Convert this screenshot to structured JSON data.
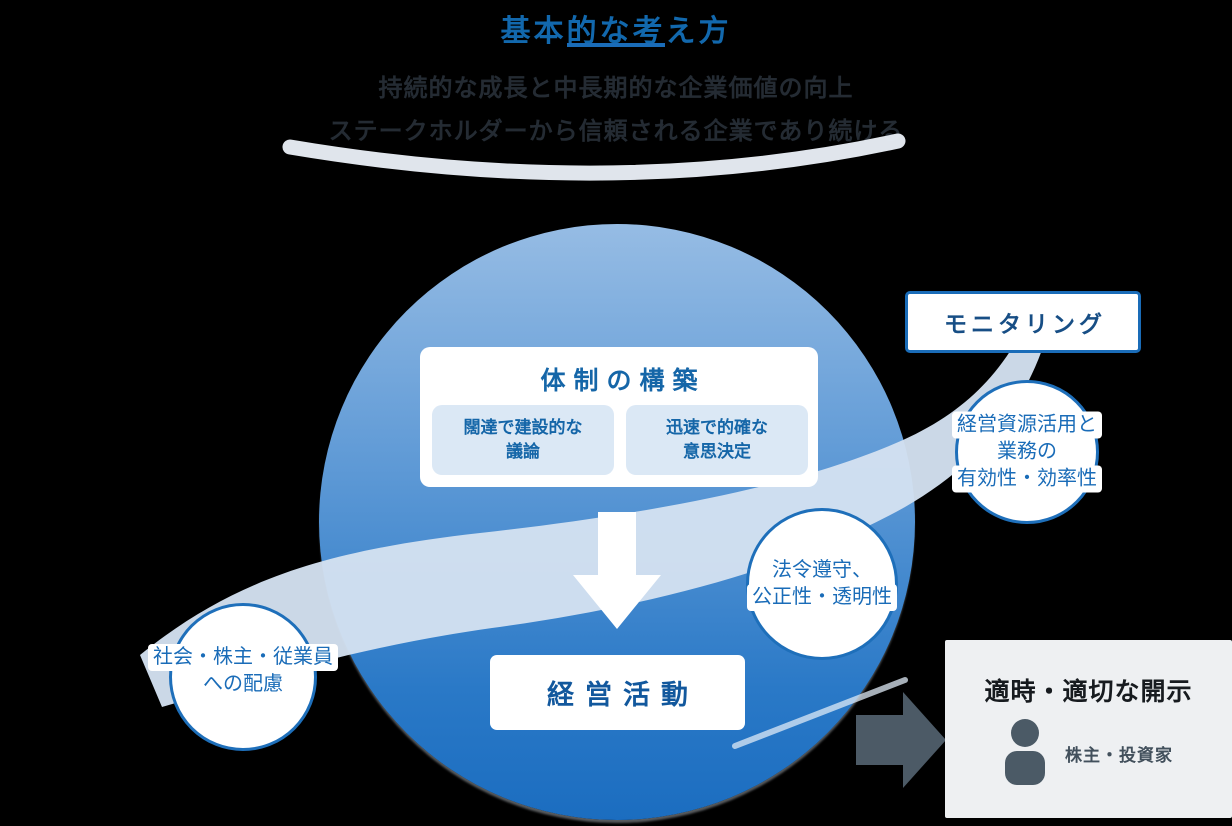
{
  "header": {
    "title": "基本的な考え方",
    "subtitle_line1": "持続的な成長と中長期的な企業価値の向上",
    "subtitle_line2": "ステークホルダーから信頼される企業であり続ける"
  },
  "monitoring": {
    "label": "モニタリング"
  },
  "structure_box": {
    "title": "体制の構築",
    "items": [
      {
        "line1": "闊達で建設的な",
        "line2": "議論"
      },
      {
        "line1": "迅速で的確な",
        "line2": "意思決定"
      }
    ]
  },
  "management_box": {
    "label": "経営活動"
  },
  "bubbles": {
    "resources": {
      "line1": "経営資源活用と",
      "line2": "業務の",
      "line3": "有効性・効率性"
    },
    "compliance": {
      "line1": "法令遵守、",
      "line2": "公正性・透明性"
    },
    "society": {
      "line1": "社会・株主・従業員",
      "line2": "への配慮"
    }
  },
  "disclosure": {
    "title": "適時・適切な開示",
    "audience": "株主・投資家"
  },
  "icons": {
    "person": "person-icon",
    "down_arrow": "down-arrow-icon",
    "right_arrow": "right-arrow-icon"
  },
  "colors": {
    "accent_blue": "#1a6cb8",
    "title_blue": "#1268ad",
    "monitoring_text": "#174e85",
    "sphere_top": "#96bce4",
    "sphere_bottom": "#1b6dc0",
    "ring_light": "#d3e1f0",
    "subbox_bg": "#dbe8f5",
    "panel_bg": "#eef0f2",
    "slate_gray": "#4c5a66",
    "subtitle_dark": "#242b33"
  }
}
